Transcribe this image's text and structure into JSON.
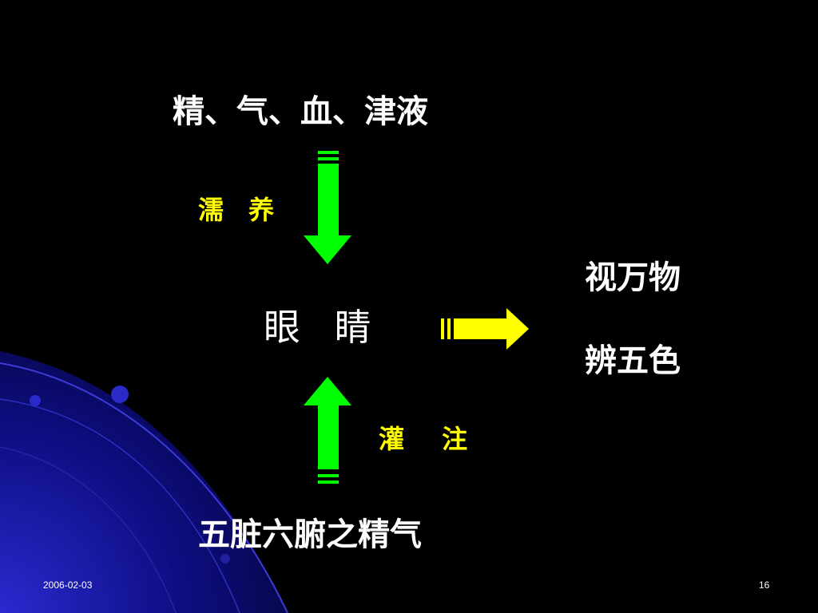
{
  "diagram": {
    "top_source": "精、气、血、津液",
    "nourish_label": "濡 养",
    "center": "眼 睛",
    "functions": [
      "视万物",
      "辨五色"
    ],
    "irrigate_label": "灌 注",
    "bottom_source": "五脏六腑之精气"
  },
  "footer": {
    "date": "2006-02-03",
    "page": "16"
  },
  "colors": {
    "background": "#000000",
    "vertical_arrows": "#00ff00",
    "right_arrow": "#ffff00",
    "labels": "#ffffff",
    "verb_labels": "#ffff00",
    "decor": "#1a1aa8"
  }
}
